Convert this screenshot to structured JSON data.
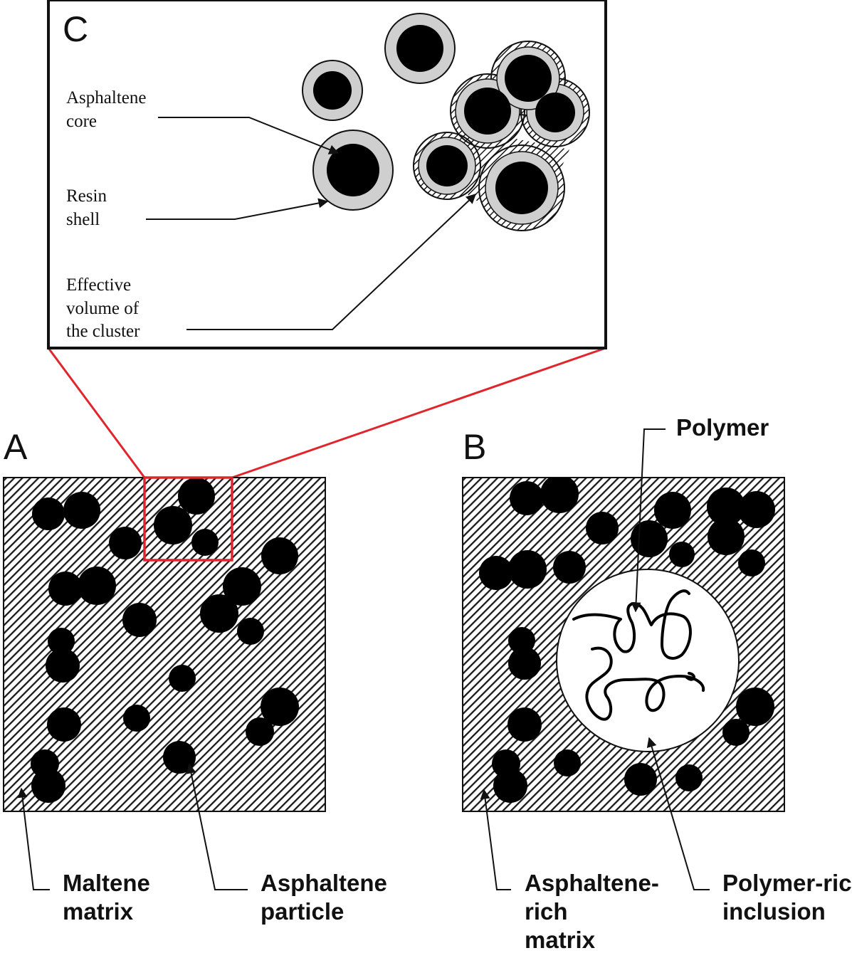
{
  "panels": {
    "a": {
      "letter": "A"
    },
    "b": {
      "letter": "B"
    },
    "c": {
      "letter": "C"
    }
  },
  "labels": {
    "c_asphaltene_core": [
      "Asphaltene",
      "core"
    ],
    "c_resin_shell": [
      "Resin",
      "shell"
    ],
    "c_effective_volume": [
      "Effective",
      "volume of",
      "the cluster"
    ],
    "a_maltene_matrix": [
      "Maltene",
      "matrix"
    ],
    "a_asphaltene_particle": [
      "Asphaltene",
      "particle"
    ],
    "b_polymer": [
      "Polymer"
    ],
    "b_asphaltene_rich_matrix": [
      "Asphaltene-",
      "rich",
      "matrix"
    ],
    "b_polymer_rich_inclusion": [
      "Polymer-rich",
      "inclusion"
    ]
  },
  "colors": {
    "zoom_indicator": "#e0262c",
    "particle": "#000000",
    "resin_shell": "#cfcfcf",
    "matrix_hatch": "#1a1a1a",
    "matrix_background": "#ffffff"
  }
}
